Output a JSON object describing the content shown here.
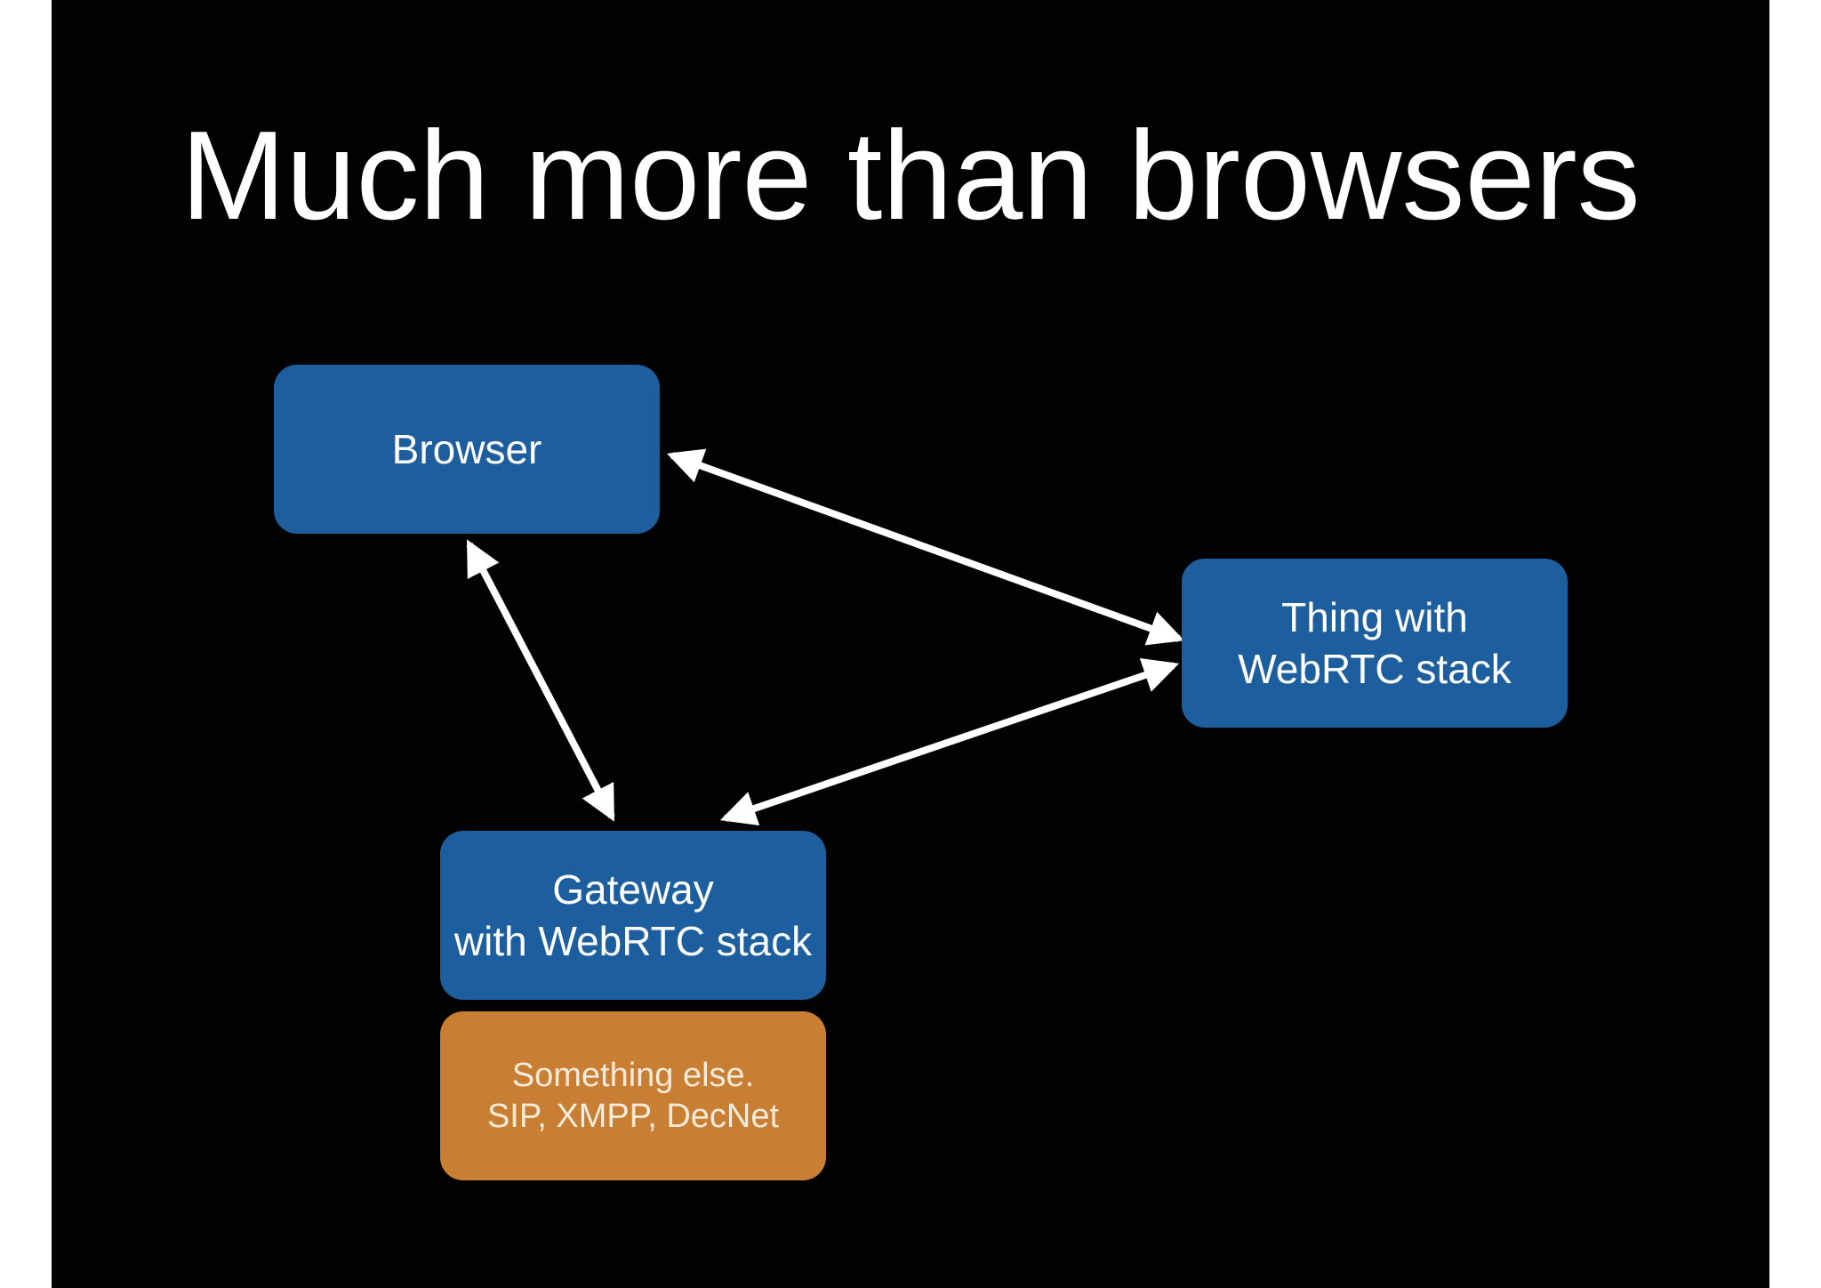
{
  "slide": {
    "title": "Much more than browsers"
  },
  "nodes": {
    "browser": "Browser",
    "thing": "Thing with\nWebRTC stack",
    "gateway": "Gateway\nwith WebRTC stack",
    "other": "Something else.\nSIP, XMPP, DecNet"
  },
  "colors": {
    "background": "#020202",
    "node_blue": "#1d5f9e",
    "node_orange": "#c97f33",
    "arrow": "#ffffff"
  },
  "edges": [
    {
      "from": "browser",
      "to": "thing",
      "bidirectional": true
    },
    {
      "from": "browser",
      "to": "gateway",
      "bidirectional": true
    },
    {
      "from": "gateway",
      "to": "thing",
      "bidirectional": true
    }
  ]
}
